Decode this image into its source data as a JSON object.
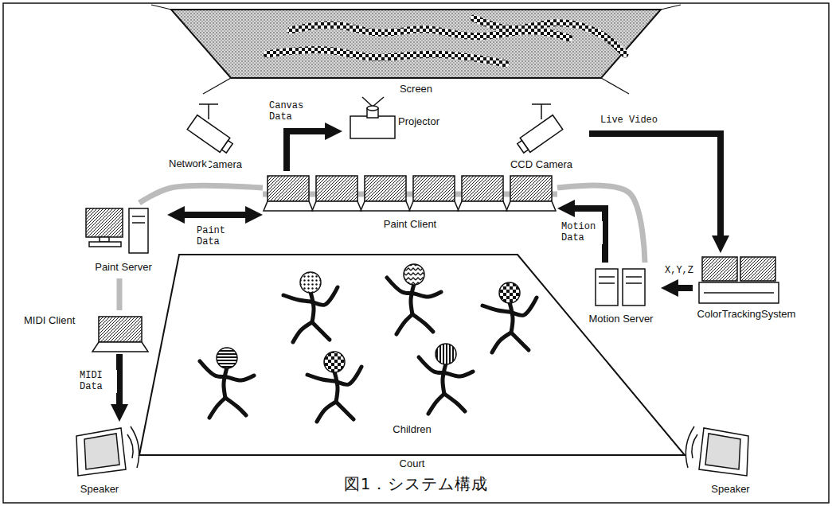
{
  "diagram": {
    "caption": "図1．システム構成",
    "nodes": [
      {
        "text": [
          "Screen"
        ]
      },
      {
        "text": [
          "CCD Camera"
        ]
      },
      {
        "text": [
          "Projector"
        ]
      },
      {
        "text": [
          "CCD Camera"
        ]
      },
      {
        "text": [
          "Paint Client"
        ]
      },
      {
        "text": [
          "Paint Server"
        ]
      },
      {
        "text": [
          "Motion Server"
        ]
      },
      {
        "text": [
          "ColorTrackingSystem"
        ]
      },
      {
        "text": [
          "MIDI Client"
        ]
      },
      {
        "text": [
          "Children",
          "Court"
        ]
      },
      {
        "text": [
          "Speaker"
        ]
      },
      {
        "text": [
          "Speaker"
        ]
      }
    ],
    "edges": [
      {
        "from": 4,
        "to": 2,
        "label": "Canvas Data",
        "arrow": "to"
      },
      {
        "from": 3,
        "to": 7,
        "label": "Live Video",
        "arrow": "to"
      },
      {
        "from": 7,
        "to": 6,
        "label": "X,Y,Z",
        "arrow": "to"
      },
      {
        "from": 6,
        "to": 4,
        "label": "Motion Data",
        "arrow": "to"
      },
      {
        "from": 5,
        "to": 4,
        "label": "Paint Data",
        "arrow": "both"
      },
      {
        "from": 8,
        "to": 10,
        "label": "MIDI Data",
        "arrow": "to"
      },
      {
        "from": 5,
        "to": 4,
        "label": "Network",
        "arrow": "none"
      },
      {
        "from": 4,
        "to": 6,
        "arrow": "none"
      },
      {
        "from": 5,
        "to": 8,
        "arrow": "none"
      }
    ]
  }
}
